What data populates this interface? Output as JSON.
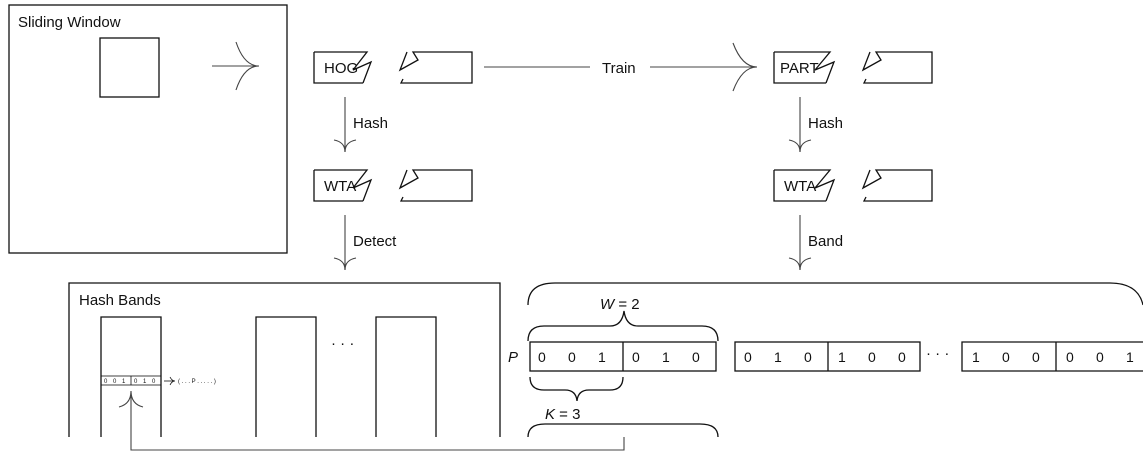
{
  "sliding_window": {
    "title": "Sliding Window"
  },
  "nodes": {
    "hog": "HOG",
    "part": "PART",
    "wta_left": "WTA",
    "wta_right": "WTA"
  },
  "edges": {
    "train": "Train",
    "hash_left": "Hash",
    "hash_right": "Hash",
    "detect": "Detect",
    "band": "Band"
  },
  "hash_bands": {
    "title": "Hash Bands",
    "ellipsis": "· · ·",
    "mini_bits": [
      "0",
      "0",
      "1",
      "0",
      "1",
      "0"
    ],
    "lookup_text": "( . . . P . . . . . )"
  },
  "band_vector": {
    "row_label": "P",
    "w_label_var": "W",
    "w_label_value": " = 2",
    "k_label_var": "K",
    "k_label_value": " = 3",
    "group1_bits": [
      "0",
      "0",
      "1",
      "0",
      "1",
      "0"
    ],
    "group2_bits": [
      "0",
      "1",
      "0",
      "1",
      "0",
      "0"
    ],
    "ellipsis": "· · ·",
    "group3_bits": [
      "1",
      "0",
      "0",
      "0",
      "0",
      "1"
    ]
  }
}
